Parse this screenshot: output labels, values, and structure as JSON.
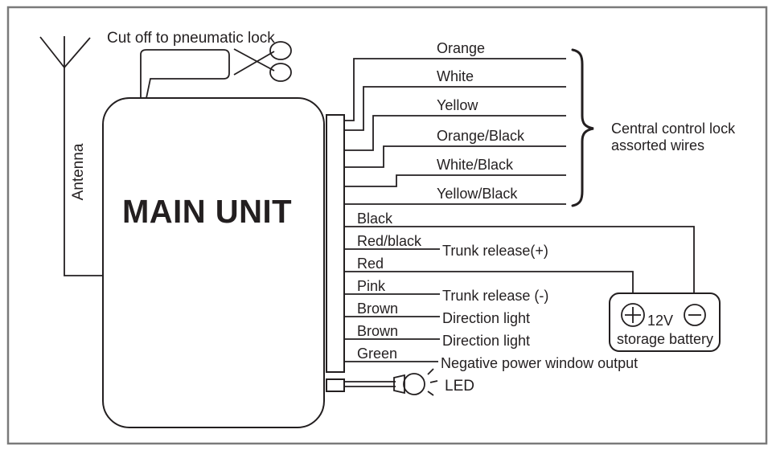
{
  "colors": {
    "line": "#231f20",
    "border": "#7a7a7a",
    "background": "#ffffff"
  },
  "main_unit": {
    "label": "MAIN UNIT"
  },
  "antenna": {
    "label": "Antenna"
  },
  "pneumatic_loop": {
    "label": "Cut off to pneumatic lock"
  },
  "central_lock_group": {
    "wires": [
      "Orange",
      "White",
      "Yellow",
      "Orange/Black",
      "White/Black",
      "Yellow/Black"
    ],
    "label_line1": "Central control lock",
    "label_line2": "assorted wires"
  },
  "output_wires": [
    {
      "color": "Black",
      "function": ""
    },
    {
      "color": "Red/black",
      "function": "Trunk release(+)"
    },
    {
      "color": "Red",
      "function": ""
    },
    {
      "color": "Pink",
      "function": "Trunk release (-)"
    },
    {
      "color": "Brown",
      "function": "Direction light"
    },
    {
      "color": "Brown",
      "function": "Direction light"
    },
    {
      "color": "Green",
      "function": "Negative power window output"
    }
  ],
  "battery": {
    "voltage": "12V",
    "label": "storage battery",
    "plus_symbol": "+",
    "minus_symbol": "-"
  },
  "led": {
    "label": "LED"
  },
  "icons": {
    "scissors": "scissors-icon",
    "antenna": "antenna-icon",
    "led_bulb": "led-bulb-icon",
    "battery_plus": "plus-terminal-icon",
    "battery_minus": "minus-terminal-icon"
  }
}
